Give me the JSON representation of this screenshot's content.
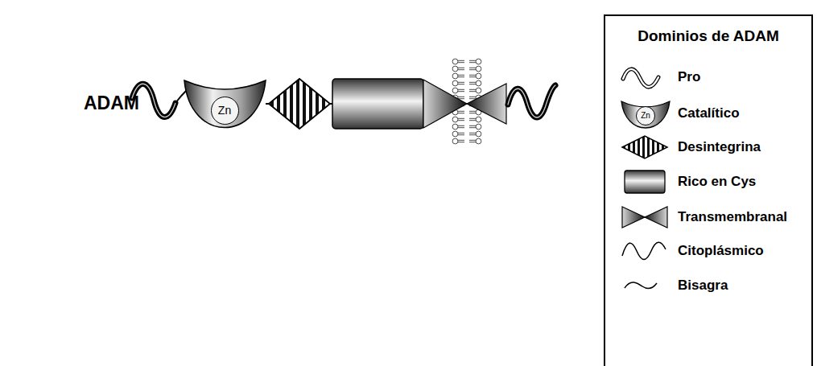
{
  "diagram": {
    "nodes": [
      {
        "text": [
          "Zn"
        ]
      },
      {
        "text": [
          "Zn"
        ]
      }
    ],
    "labels": [
      "ADAM",
      "Dominios de ADAM"
    ],
    "legend": [
      {
        "text": "Pro"
      },
      {
        "text": "Catalítico"
      },
      {
        "text": "Desintegrina"
      },
      {
        "text": "Rico en Cys"
      },
      {
        "text": "Transmembranal"
      },
      {
        "text": "Citoplásmico"
      },
      {
        "text": "Bisagra"
      }
    ]
  }
}
